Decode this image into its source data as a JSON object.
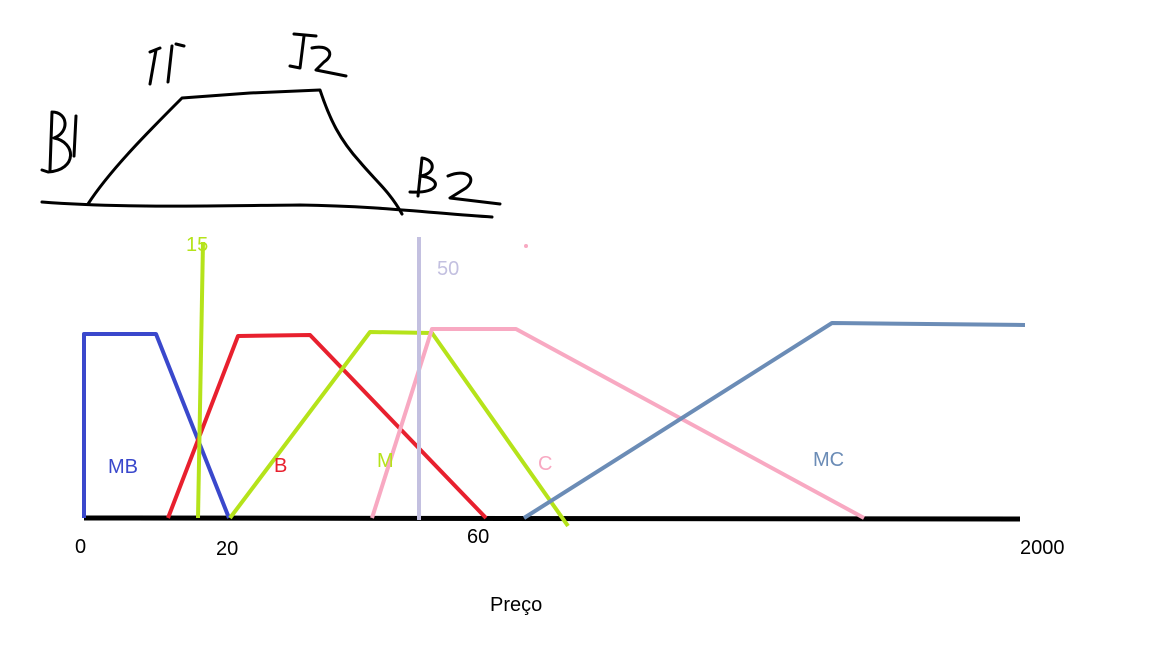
{
  "colors": {
    "axis": "#000000",
    "sketch": "#000000",
    "MB": "#3a48cc",
    "B": "#e8202e",
    "M": "#b5e31a",
    "C": "#f8a9c2",
    "MC": "#6b8cb6",
    "marker15": "#b5e31a",
    "marker50": "#c3c0e0"
  },
  "sketch": {
    "labels": [
      "B1",
      "T1",
      "T2",
      "B2"
    ]
  },
  "axis": {
    "title": "Preço",
    "ticks": [
      "0",
      "20",
      "60",
      "2000"
    ]
  },
  "sets": {
    "MB": "MB",
    "B": "B",
    "M": "M",
    "C": "C",
    "MC": "MC"
  },
  "markers": {
    "m15": "15",
    "m50": "50"
  }
}
